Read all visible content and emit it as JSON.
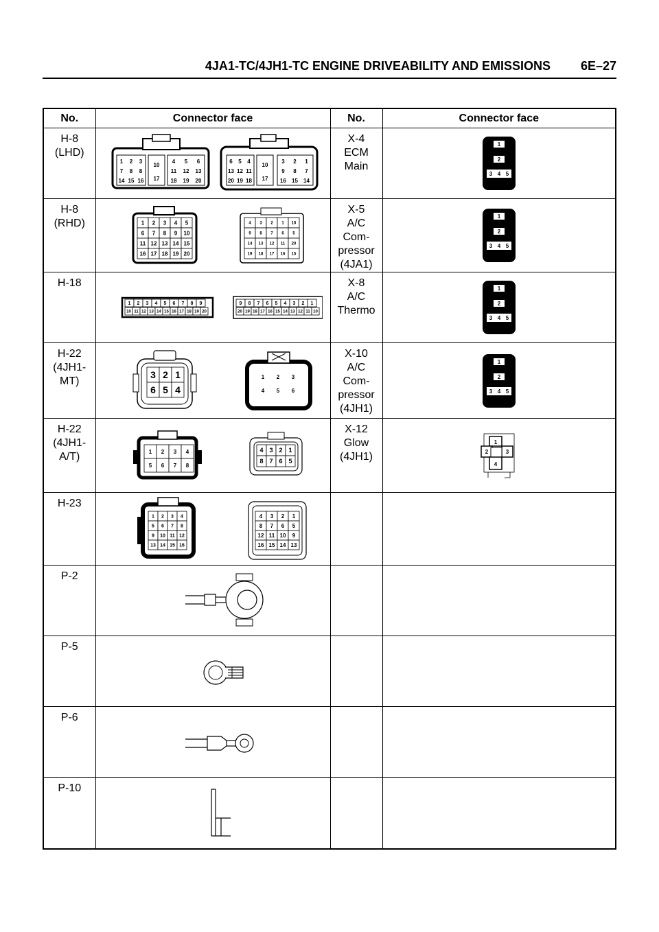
{
  "header": {
    "title": "4JA1-TC/4JH1-TC ENGINE DRIVEABILITY AND EMISSIONS",
    "page": "6E–27"
  },
  "table": {
    "columns": [
      "No.",
      "Connector face",
      "No.",
      "Connector face"
    ],
    "rows": [
      {
        "left_no": "H-8\n(LHD)",
        "right_no": "X-4\nECM\nMain"
      },
      {
        "left_no": "H-8\n(RHD)",
        "right_no": "X-5\nA/C\nCom-\npressor\n(4JA1)"
      },
      {
        "left_no": "H-18",
        "right_no": "X-8\nA/C\nThermo"
      },
      {
        "left_no": "H-22\n(4JH1-\nMT)",
        "right_no": "X-10\nA/C\nCom-\npressor\n(4JH1)"
      },
      {
        "left_no": "H-22\n(4JH1-\nA/T)",
        "right_no": "X-12\nGlow\n(4JH1)"
      },
      {
        "left_no": "H-23",
        "right_no": ""
      },
      {
        "left_no": "P-2",
        "right_no": ""
      },
      {
        "left_no": "P-5",
        "right_no": ""
      },
      {
        "left_no": "P-6",
        "right_no": ""
      },
      {
        "left_no": "P-10",
        "right_no": ""
      }
    ]
  },
  "pins": {
    "h8lhd_left_a": [
      "1",
      "2",
      "3",
      "7",
      "8",
      "8",
      "14",
      "15",
      "16"
    ],
    "h8lhd_left_mid": [
      "10",
      "17"
    ],
    "h8lhd_left_b": [
      "4",
      "5",
      "6",
      "11",
      "12",
      "13",
      "18",
      "19",
      "20"
    ],
    "h8lhd_right_a": [
      "6",
      "5",
      "4",
      "13",
      "12",
      "11",
      "20",
      "19",
      "18"
    ],
    "h8lhd_right_mid": [
      "10",
      "17"
    ],
    "h8lhd_right_b": [
      "3",
      "2",
      "1",
      "9",
      "8",
      "7",
      "16",
      "15",
      "14"
    ],
    "h8rhd_left": [
      "1",
      "2",
      "3",
      "4",
      "5",
      "6",
      "7",
      "8",
      "9",
      "10",
      "11",
      "12",
      "13",
      "14",
      "15",
      "16",
      "17",
      "18",
      "19",
      "20"
    ],
    "h8rhd_right": [
      "4",
      "3",
      "2",
      "1",
      "10",
      "9",
      "8",
      "7",
      "6",
      "5",
      "14",
      "13",
      "12",
      "11",
      "20",
      "19",
      "18",
      "17",
      "16",
      "15"
    ],
    "h18_left_top": [
      "1",
      "2",
      "3",
      "4",
      "5",
      "6",
      "7",
      "8",
      "9"
    ],
    "h18_left_bot": [
      "10",
      "11",
      "12",
      "13",
      "14",
      "15",
      "16",
      "17",
      "18",
      "19",
      "20"
    ],
    "h18_right_top": [
      "9",
      "8",
      "7",
      "6",
      "5",
      "4",
      "3",
      "2",
      "1"
    ],
    "h18_right_bot": [
      "20",
      "19",
      "18",
      "17",
      "16",
      "15",
      "14",
      "13",
      "12",
      "11",
      "10"
    ],
    "h22mt_left": [
      "3",
      "2",
      "1",
      "6",
      "5",
      "4"
    ],
    "h22mt_right": [
      "1",
      "2",
      "3",
      "4",
      "5",
      "6"
    ],
    "h22at_left": [
      "1",
      "2",
      "3",
      "4",
      "5",
      "6",
      "7",
      "8"
    ],
    "h22at_right": [
      "4",
      "3",
      "2",
      "1",
      "8",
      "7",
      "6",
      "5"
    ],
    "h23_left": [
      "1",
      "2",
      "3",
      "4",
      "5",
      "6",
      "7",
      "8",
      "9",
      "10",
      "11",
      "12",
      "13",
      "14",
      "15",
      "16"
    ],
    "h23_right": [
      "4",
      "3",
      "2",
      "1",
      "8",
      "7",
      "6",
      "5",
      "12",
      "11",
      "10",
      "9",
      "16",
      "15",
      "14",
      "13"
    ],
    "x5pin": [
      "1",
      "2",
      "3",
      "4",
      "5"
    ],
    "x12": [
      "1",
      "2",
      "3",
      "4"
    ]
  }
}
